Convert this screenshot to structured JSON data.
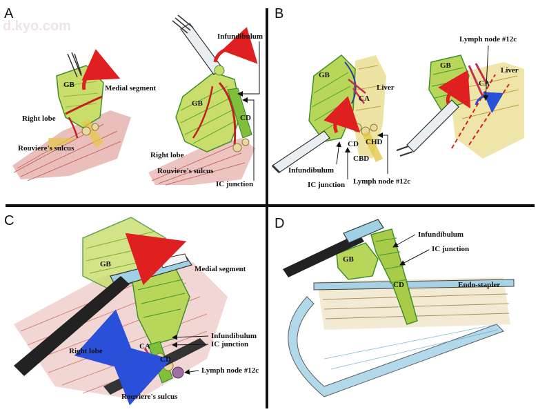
{
  "watermark": "d.kyo.com",
  "panels": {
    "A": {
      "letter": "A",
      "labels": {
        "gb_left": "GB",
        "medial_segment": "Medial segment",
        "right_lobe_left": "Right lobe",
        "rouviere_left": "Rouviere's sulcus",
        "infundibulum": "Infundibulum",
        "gb_right": "GB",
        "cd": "CD",
        "right_lobe_right": "Right lobe",
        "rouviere_right": "Rouviere's sulcus",
        "ic_junction": "IC junction"
      }
    },
    "B": {
      "letter": "B",
      "labels": {
        "gb_left": "GB",
        "liver_left": "Liver",
        "ca_left": "CA",
        "chd": "CHD",
        "cd": "CD",
        "cbd": "CBD",
        "infundibulum": "Infundibulum",
        "ic_junction": "IC junction",
        "lymph_node_bottom": "Lymph node #12c",
        "lymph_node_top": "Lymph node #12c",
        "gb_right": "GB",
        "liver_right": "Liver",
        "ca_right": "CA"
      }
    },
    "C": {
      "letter": "C",
      "labels": {
        "gb": "GB",
        "medial_segment": "Medial segment",
        "right_lobe": "Right lobe",
        "infundibulum": "Infundibulum",
        "ic_junction": "IC junction",
        "ca": "CA",
        "cd": "CD",
        "lymph_node": "Lymph node #12c",
        "rouviere": "Rouviere's sulcus"
      }
    },
    "D": {
      "letter": "D",
      "labels": {
        "infundibulum": "Infundibulum",
        "ic_junction": "IC junction",
        "gb": "GB",
        "cd": "CD",
        "endo_stapler": "Endo-stapler"
      }
    }
  },
  "colors": {
    "divider": "#111111",
    "gb_green": "#9fc43a",
    "gb_dark_green": "#3f8f2a",
    "liver_red": "#c8504a",
    "fat_yellow": "#e4c84a",
    "arrow_red": "#e02020",
    "arrow_blue": "#2a4fd8",
    "instrument_blue": "#9fd0e6",
    "instrument_dark": "#222222",
    "dashed_red": "#d42020"
  }
}
